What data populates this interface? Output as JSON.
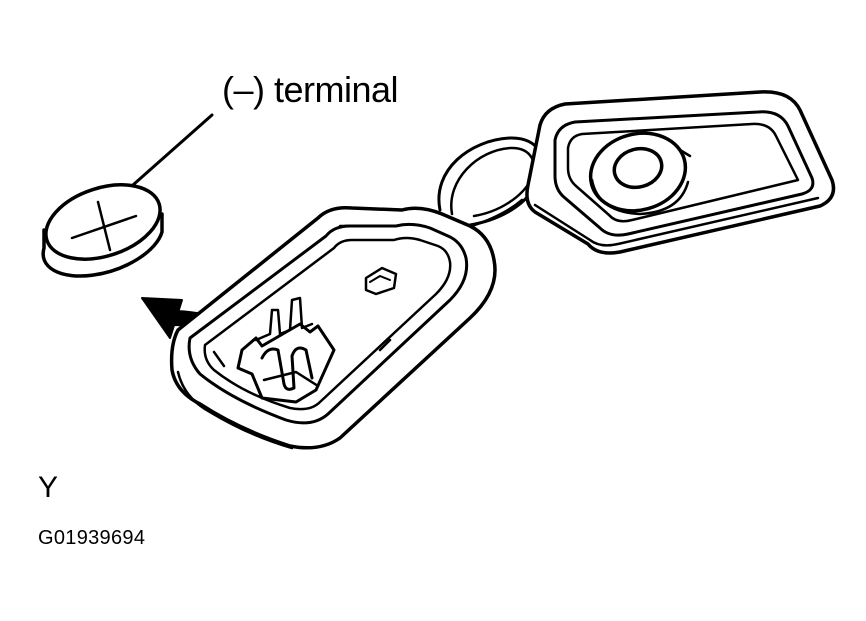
{
  "callout": {
    "label": "(–) terminal"
  },
  "view": {
    "letter": "Y"
  },
  "figure": {
    "id": "G01939694"
  },
  "colors": {
    "ink": "#000000",
    "paper": "#ffffff"
  }
}
